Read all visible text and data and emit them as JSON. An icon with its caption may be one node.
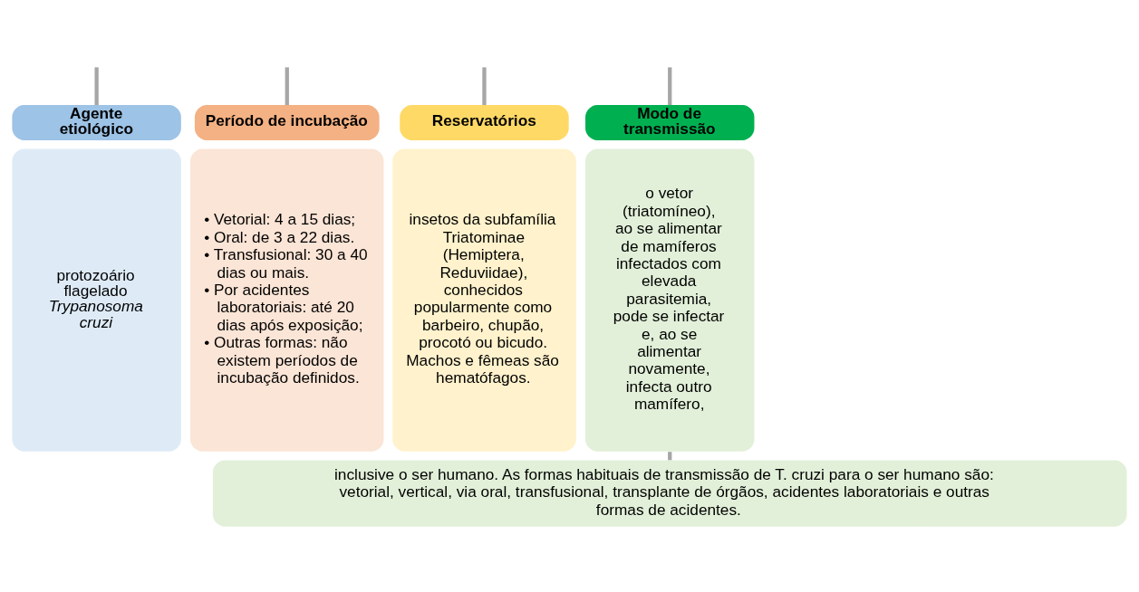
{
  "diagram": {
    "nodes": [
      {
        "text": [
          "Agente etiológico"
        ]
      },
      {
        "text": [
          "protozoário flagelado *Trypanosoma cruzi*"
        ]
      },
      {
        "text": [
          "Período de incubação"
        ]
      },
      {
        "text": [
          "• Vetorial: 4 a 15 dias;",
          "• Oral: de 3 a 22 dias.",
          "• Transfusional: 30 a 40 dias ou mais.",
          "• Por acidentes laboratoriais: até 20 dias após exposição;",
          "• Outras formas: não existem períodos de incubação definidos."
        ]
      },
      {
        "text": [
          "Reservatórios"
        ]
      },
      {
        "text": [
          "insetos da subfamília Triatominae (Hemiptera, Reduviidae), conhecidos popularmente como barbeiro, chupão, procotó ou bicudo. Machos e fêmeas são hematófagos."
        ]
      },
      {
        "text": [
          "Modo de transmissão"
        ]
      },
      {
        "text": [
          "o vetor (triatomíneo), ao se alimentar de mamíferos infectados com elevada parasitemia, pode se infectar e, ao se alimentar novamente, infecta outro mamífero,"
        ]
      },
      {
        "text": [
          "inclusive o ser humano. As formas habituais de transmissão de T. cruzi para o ser humano são: vetorial, vertical, via oral, transfusional, transplante de órgãos, acidentes laboratoriais e outras formas de acidentes."
        ]
      }
    ],
    "edges": [
      {
        "from": null,
        "to": 0,
        "arrow": "none"
      },
      {
        "from": null,
        "to": 2,
        "arrow": "none"
      },
      {
        "from": null,
        "to": 4,
        "arrow": "none"
      },
      {
        "from": null,
        "to": 6,
        "arrow": "none"
      },
      {
        "from": 7,
        "to": 8,
        "arrow": "none"
      }
    ]
  }
}
